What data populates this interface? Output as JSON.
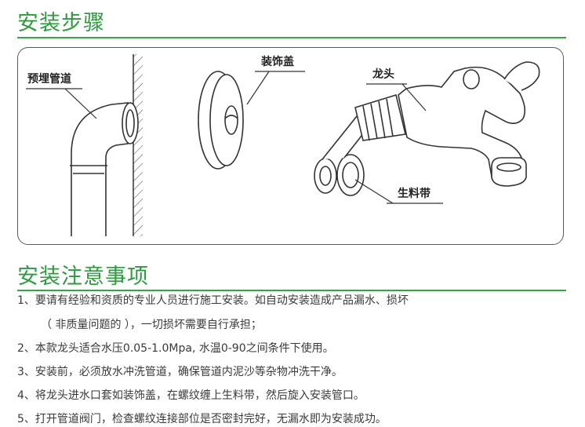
{
  "section1": {
    "title": "安装步骤"
  },
  "diagram": {
    "labels": {
      "pipe": "预埋管道",
      "cover": "装饰盖",
      "faucet": "龙头",
      "tape": "生料带"
    }
  },
  "section2": {
    "title": "安装注意事项",
    "notes": [
      "1、要请有经验和资质的专业人员进行施工安装。如自动安装造成产品漏水、损坏",
      "（ 非质量问题的 ），一切损坏需要自行承担；",
      "2、本款龙头适合水压0.05-1.0Mpa, 水温0-90之间条件下使用。",
      "3、安装前，必须放水冲洗管道，确保管道内泥沙等杂物冲洗干净。",
      "4、将龙头进水口套如装饰盖，在螺纹缠上生料带，然后旋入安装管口。",
      "5、打开管道阀门，检查螺纹连接部位是否密封完好，无漏水即为安装成功。"
    ]
  },
  "colors": {
    "accent": "#2e9a3f",
    "rule": "#35a447",
    "line": "#5a5a5a"
  }
}
